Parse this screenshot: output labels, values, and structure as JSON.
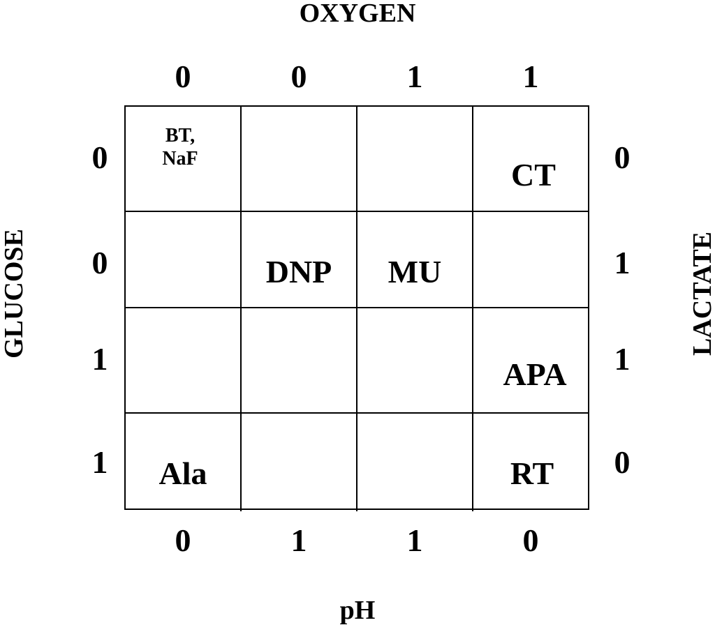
{
  "axes": {
    "top": {
      "title": "OXYGEN",
      "ticks": [
        "0",
        "0",
        "1",
        "1"
      ]
    },
    "bottom": {
      "title": "pH",
      "ticks": [
        "0",
        "1",
        "1",
        "0"
      ]
    },
    "left": {
      "title": "GLUCOSE",
      "ticks": [
        "0",
        "0",
        "1",
        "1"
      ]
    },
    "right": {
      "title": "LACTATE",
      "ticks": [
        "0",
        "1",
        "1",
        "0"
      ]
    }
  },
  "cells": {
    "r1c1_line1": "BT,",
    "r1c1_line2": "NaF",
    "r1c4": "CT",
    "r2c2": "DNP",
    "r2c3": "MU",
    "r3c4": "APA",
    "r4c1": "Ala",
    "r4c4": "RT"
  }
}
